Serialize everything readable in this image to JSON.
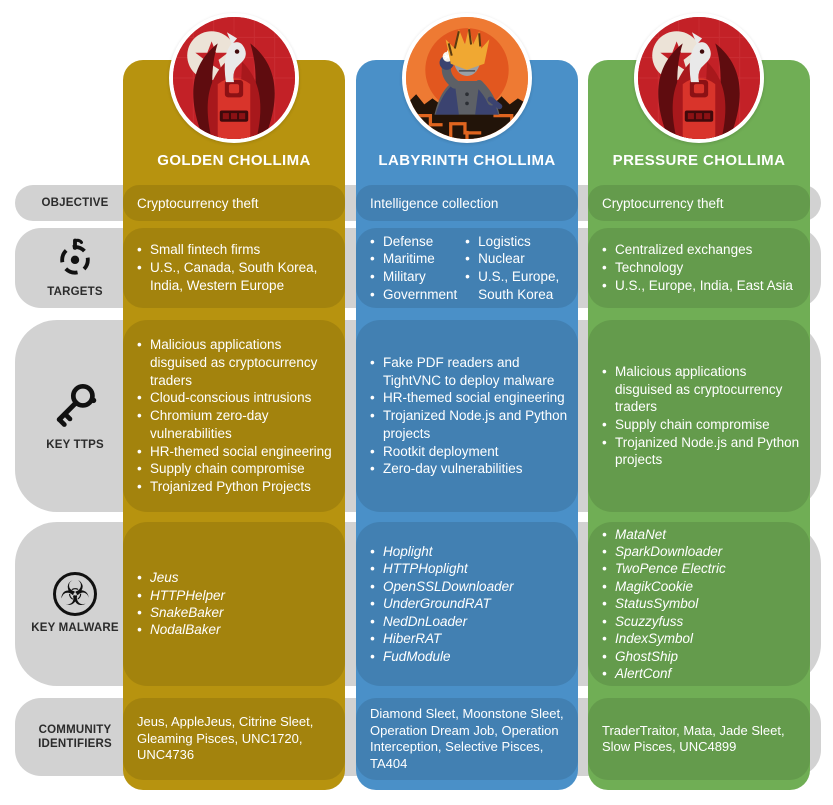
{
  "rows": [
    {
      "id": "objective",
      "label": "OBJECTIVE",
      "icon": null
    },
    {
      "id": "targets",
      "label": "TARGETS",
      "icon": "target-icon"
    },
    {
      "id": "ttps",
      "label": "KEY TTPs",
      "icon": "key-icon"
    },
    {
      "id": "malware",
      "label": "KEY MALWARE",
      "icon": "biohazard-icon"
    },
    {
      "id": "community",
      "label": "COMMUNITY IDENTIFIERS",
      "icon": null
    }
  ],
  "icons": {
    "biohazard_glyph": "☣"
  },
  "colors": {
    "golden_column": "#b7930f",
    "golden_card": "#a5850b",
    "blue_column": "#4a90c8",
    "blue_card": "#4282b6",
    "green_column": "#70ae55",
    "green_card": "#619c4b",
    "band_gray": "#d2d2d2",
    "label_text": "#2b2b2b",
    "card_text": "#ffffff",
    "avatar_red_bg": "#c32127",
    "avatar_orange_bg": "#ee7a33"
  },
  "columns": [
    {
      "title": "GOLDEN CHOLLIMA",
      "color": "#b7930f",
      "avatar": "red-chollima-avatar",
      "objective": "Cryptocurrency theft",
      "targets": [
        "Small fintech firms",
        "U.S., Canada, South Korea, India, Western Europe"
      ],
      "ttps": [
        "Malicious applications disguised as cryptocurrency traders",
        "Cloud-conscious intrusions",
        "Chromium zero-day vulnerabilities",
        "HR-themed social engineering",
        "Supply chain compromise",
        "Trojanized Python Projects"
      ],
      "malware": [
        "Jeus",
        "HTTPHelper",
        "SnakeBaker",
        "NodalBaker"
      ],
      "community": "Jeus, AppleJeus, Citrine Sleet, Gleaming Pisces, UNC1720, UNC4736"
    },
    {
      "title": "LABYRINTH CHOLLIMA",
      "color": "#4a90c8",
      "avatar": "labyrinth-chollima-avatar",
      "objective": "Intelligence collection",
      "targets_col1": [
        "Defense",
        "Maritime",
        "Military",
        "Government"
      ],
      "targets_col2": [
        "Logistics",
        "Nuclear",
        "U.S., Europe, South Korea"
      ],
      "ttps": [
        "Fake PDF readers and TightVNC to deploy malware",
        "HR-themed social engineering",
        "Trojanized Node.js and Python projects",
        "Rootkit deployment",
        "Zero-day vulnerabilities"
      ],
      "malware": [
        "Hoplight",
        "HTTPHoplight",
        "OpenSSLDownloader",
        "UnderGroundRAT",
        "NedDnLoader",
        "HiberRAT",
        "FudModule"
      ],
      "community": "Diamond Sleet, Moonstone Sleet, Operation Dream Job, Operation Interception, Selective Pisces, TA404"
    },
    {
      "title": "PRESSURE CHOLLIMA",
      "color": "#70ae55",
      "avatar": "red-chollima-avatar",
      "objective": "Cryptocurrency theft",
      "targets": [
        "Centralized exchanges",
        "Technology",
        "U.S., Europe, India, East Asia"
      ],
      "ttps": [
        "Malicious applications disguised as cryptocurrency traders",
        "Supply chain compromise",
        "Trojanized Node.js and Python projects"
      ],
      "malware": [
        "MataNet",
        "SparkDownloader",
        "TwoPence Electric",
        "MagikCookie",
        "StatusSymbol",
        "Scuzzyfuss",
        "IndexSymbol",
        "GhostShip",
        "AlertConf"
      ],
      "community": "TraderTraitor, Mata, Jade Sleet, Slow Pisces, UNC4899"
    }
  ]
}
